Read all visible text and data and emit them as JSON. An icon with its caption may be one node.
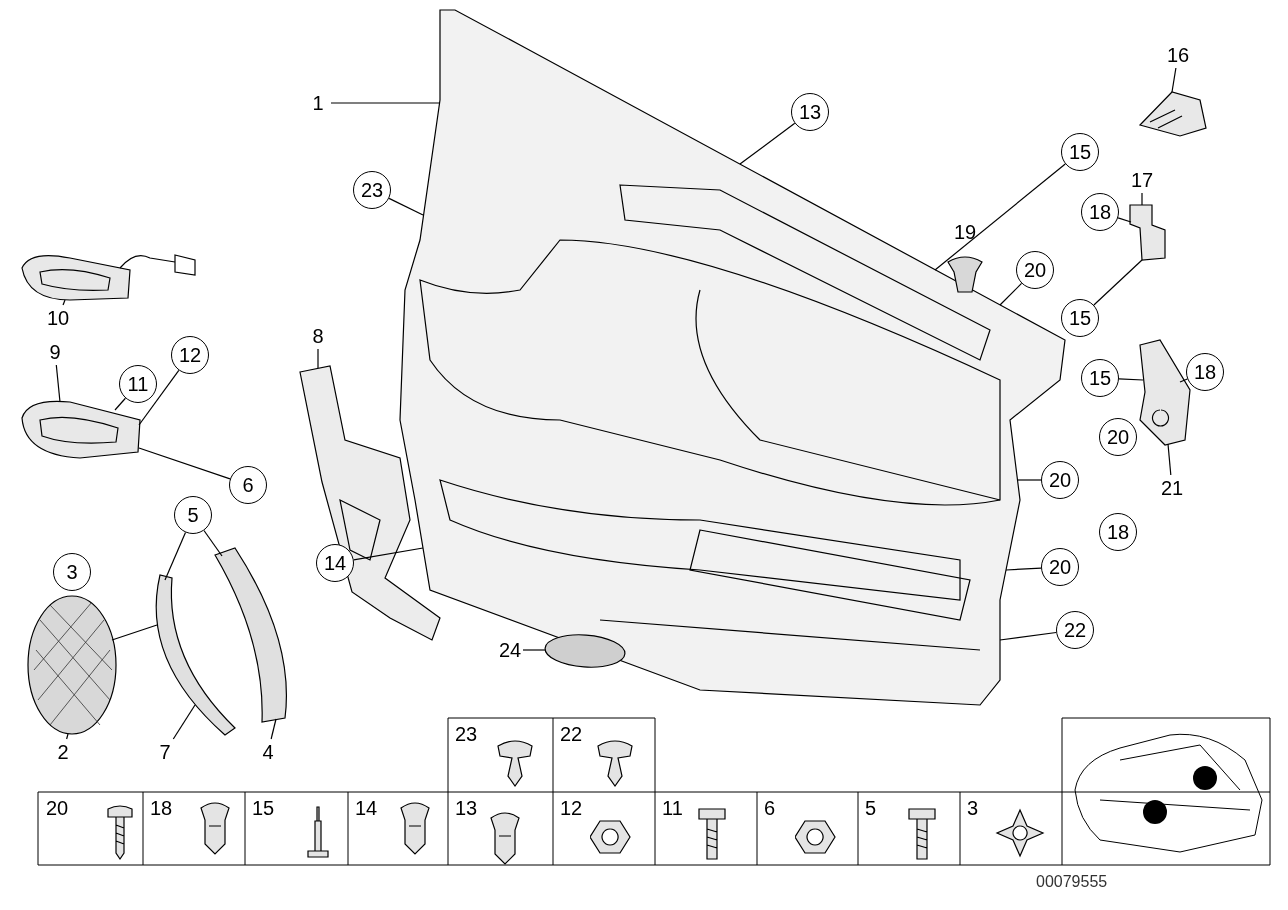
{
  "diagram": {
    "nodes": [
      {
        "text": [],
        "shape": "picture"
      },
      {
        "text": [],
        "shape": "picture"
      },
      {
        "text": [],
        "shape": "picture"
      },
      {
        "text": [],
        "shape": "picture"
      },
      {
        "text": [],
        "shape": "ellipse"
      },
      {
        "text": [],
        "shape": "picture"
      },
      {
        "text": [],
        "shape": "picture"
      },
      {
        "text": [],
        "shape": "picture"
      },
      {
        "text": [],
        "shape": "picture"
      },
      {
        "text": [],
        "shape": "picture"
      },
      {
        "text": [],
        "shape": "picture"
      },
      {
        "text": [],
        "shape": "ellipse"
      },
      {
        "text": [
          "1"
        ]
      },
      {
        "text": [
          "13"
        ]
      },
      {
        "text": [
          "23"
        ]
      },
      {
        "text": [
          "15"
        ]
      },
      {
        "text": [
          "16"
        ]
      },
      {
        "text": [
          "17"
        ]
      },
      {
        "text": [
          "18"
        ]
      },
      {
        "text": [
          "19"
        ]
      },
      {
        "text": [
          "20"
        ]
      },
      {
        "text": [
          "15"
        ]
      },
      {
        "text": [
          "15"
        ]
      },
      {
        "text": [
          "18"
        ]
      },
      {
        "text": [
          "20"
        ]
      },
      {
        "text": [
          "21"
        ]
      },
      {
        "text": [
          "20"
        ]
      },
      {
        "text": [
          "18"
        ]
      },
      {
        "text": [
          "20"
        ]
      },
      {
        "text": [
          "22"
        ]
      },
      {
        "text": [
          "24"
        ]
      },
      {
        "text": [
          "14"
        ]
      },
      {
        "text": [
          "8"
        ]
      },
      {
        "text": [
          "10"
        ]
      },
      {
        "text": [
          "9"
        ]
      },
      {
        "text": [
          "11"
        ]
      },
      {
        "text": [
          "12"
        ]
      },
      {
        "text": [
          "6"
        ]
      },
      {
        "text": [
          "5"
        ]
      },
      {
        "text": [
          "3"
        ]
      },
      {
        "text": [
          "2"
        ]
      },
      {
        "text": [
          "7"
        ]
      },
      {
        "text": [
          "4"
        ]
      }
    ],
    "edges": [
      {
        "from": 12,
        "to": 0,
        "arrow": "none"
      },
      {
        "from": 13,
        "to": 0,
        "arrow": "none"
      },
      {
        "from": 14,
        "to": 0,
        "arrow": "none"
      },
      {
        "from": 15,
        "to": 0,
        "arrow": "none"
      },
      {
        "from": 16,
        "to": 7,
        "arrow": "none"
      },
      {
        "from": 17,
        "to": 8,
        "arrow": "none"
      },
      {
        "from": 18,
        "to": 8,
        "arrow": "none"
      },
      {
        "from": 20,
        "to": 0,
        "arrow": "none"
      },
      {
        "from": 21,
        "to": 8,
        "arrow": "none"
      },
      {
        "from": 22,
        "to": 10,
        "arrow": "none"
      },
      {
        "from": 23,
        "to": 10,
        "arrow": "none"
      },
      {
        "from": 25,
        "to": 10,
        "arrow": "none"
      },
      {
        "from": 26,
        "to": 0,
        "arrow": "none"
      },
      {
        "from": 28,
        "to": 0,
        "arrow": "none"
      },
      {
        "from": 29,
        "to": 0,
        "arrow": "none"
      },
      {
        "from": 30,
        "to": 11,
        "arrow": "none"
      },
      {
        "from": 31,
        "to": 0,
        "arrow": "none"
      },
      {
        "from": 32,
        "to": 3,
        "arrow": "none"
      },
      {
        "from": 33,
        "to": 1,
        "arrow": "none"
      },
      {
        "from": 34,
        "to": 2,
        "arrow": "none"
      },
      {
        "from": 35,
        "to": 2,
        "arrow": "none"
      },
      {
        "from": 36,
        "to": 2,
        "arrow": "none"
      },
      {
        "from": 37,
        "to": 2,
        "arrow": "none"
      },
      {
        "from": 38,
        "to": 5,
        "arrow": "none"
      },
      {
        "from": 38,
        "to": 6,
        "arrow": "none"
      },
      {
        "from": 40,
        "to": 4,
        "arrow": "none"
      },
      {
        "from": 41,
        "to": 5,
        "arrow": "none"
      },
      {
        "from": 42,
        "to": 6,
        "arrow": "none"
      },
      {
        "from": 4,
        "to": 5,
        "arrow": "none"
      }
    ],
    "labels": [
      "23",
      "22",
      "20",
      "18",
      "15",
      "14",
      "13",
      "12",
      "11",
      "6",
      "5",
      "3",
      "00079555"
    ]
  }
}
